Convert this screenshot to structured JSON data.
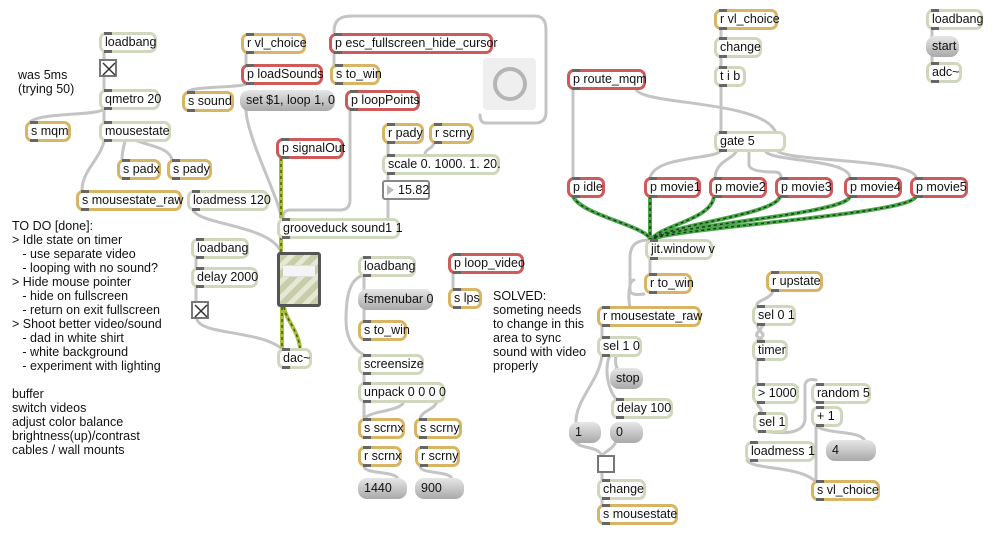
{
  "comments": {
    "was": "was 5ms\n(trying 50)",
    "todo": "TO DO [done]:\n> Idle state on timer\n   - use separate video\n   - looping with no sound?\n> Hide mouse pointer\n   - hide on fullscreen\n   - return on exit fullscreen\n> Shoot better video/sound\n   - dad in white shirt\n   - white background\n   - experiment with lighting\n\nbuffer\nswitch videos\nadjust color balance\nbrightness(up)/contrast\ncables / wall mounts",
    "solved": "SOLVED:\nsometing needs\nto change in this\narea to sync\nsound with video\nproperly"
  },
  "boxes": {
    "loadbang1": "loadbang",
    "qmetro": "qmetro 20",
    "s_mqm": "s mqm",
    "mousestate": "mousestate",
    "s_padx": "s padx",
    "s_pady": "s pady",
    "s_mousestate_raw": "s mousestate_raw",
    "loadmess120": "loadmess 120",
    "r_vl_choice1": "r vl_choice",
    "p_loadSounds": "p loadSounds",
    "s_sound": "s sound",
    "msg_set": "set $1, loop 1, 0",
    "p_esc": "p esc_fullscreen_hide_cursor",
    "s_to_win1": "s to_win",
    "p_loopPoints": "p loopPoints",
    "p_signalOut": "p signalOut",
    "r_pady": "r pady",
    "r_scrny1": "r scrny",
    "scale": "scale 0. 1000. 1. 20.",
    "number": "15.82",
    "grooveduck": "grooveduck sound1 1",
    "loadbang2": "loadbang",
    "delay2000": "delay 2000",
    "dac": "dac~",
    "loadbang3": "loadbang",
    "fsmenubar": "fsmenubar 0",
    "s_to_win2": "s to_win",
    "screensize": "screensize",
    "unpack": "unpack 0 0 0 0",
    "s_scrnx": "s scrnx",
    "s_scrny": "s scrny",
    "r_scrnx": "r scrnx",
    "r_scrny2": "r scrny",
    "msg1440": "1440",
    "msg900": "900",
    "p_loop_video": "p loop_video",
    "s_lps": "s lps",
    "r_vl_choice2": "r vl_choice",
    "change1": "change",
    "tib": "t i b",
    "p_route_mqm": "p route_mqm",
    "gate": "gate 5",
    "p_idle": "p idle",
    "p_movie1": "p movie1",
    "p_movie2": "p movie2",
    "p_movie3": "p movie3",
    "p_movie4": "p movie4",
    "p_movie5": "p movie5",
    "jitwindow": "jit.window v",
    "r_to_win": "r to_win",
    "r_mousestate_raw": "r mousestate_raw",
    "sel10": "sel 1 0",
    "msg_stop": "stop",
    "delay100": "delay 100",
    "msg_1": "1",
    "msg_0": "0",
    "change2": "change",
    "s_mousestate": "s mousestate",
    "r_upstate": "r upstate",
    "sel01": "sel 0 1",
    "timer": "timer",
    "gt1000": "> 1000",
    "random5": "random 5",
    "sel1": "sel 1",
    "plus1": "+ 1",
    "loadmess1": "loadmess 1",
    "msg_4": "4",
    "s_vl_choice": "s vl_choice",
    "loadbang4": "loadbang",
    "msg_start": "start",
    "adc": "adc~"
  },
  "colors": {
    "object": "#cfd8bd",
    "send_receive": "#d8b565",
    "subpatcher": "#cf5a5a",
    "cord": "#bdbdbd",
    "signal_cord": "#b8d45a",
    "jitter_cord": "#4aa84a"
  }
}
